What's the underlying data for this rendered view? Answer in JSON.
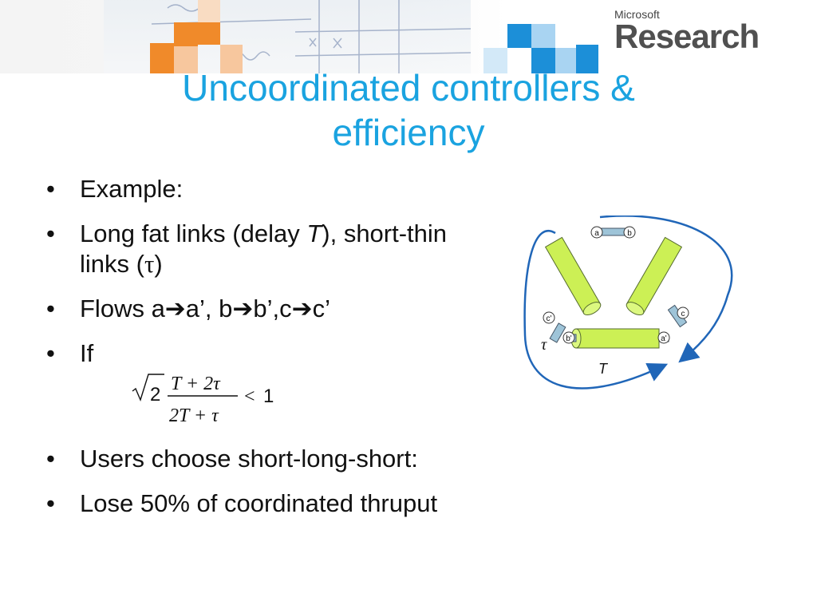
{
  "header": {
    "logo_small": "Microsoft",
    "logo_big": "Research",
    "colors": {
      "orange": "#f08a2a",
      "blue": "#1c8fd8",
      "light_orange": "#f7c79e",
      "light_blue": "#a9d4f2"
    }
  },
  "slide": {
    "title_line1": "Uncoordinated controllers &",
    "title_line2": "efficiency",
    "title_color": "#1aa3e0"
  },
  "bullets": [
    {
      "text": "Example:"
    },
    {
      "text_a": "Long fat links (delay ",
      "text_italic": "T",
      "text_b": "), short-thin links (",
      "text_tau": "τ",
      "text_c": ")"
    },
    {
      "text": "Flows a➔a’, b➔b’,c➔c’"
    },
    {
      "text": "If"
    },
    {
      "text": "Users choose short-long-short:"
    },
    {
      "text": "Lose 50% of coordinated thruput"
    }
  ],
  "formula": {
    "sqrt": "√",
    "factor": "2",
    "numerator": "T + 2τ",
    "denominator": "2T + τ",
    "relation": "<",
    "rhs": "1"
  },
  "diagram": {
    "nodes": {
      "a": "a",
      "b": "b",
      "c": "c",
      "a_prime": "a'",
      "b_prime": "b'",
      "c_prime": "c'"
    },
    "tau_label": "τ",
    "T_label": "T",
    "cylinder_color": "#ccf055",
    "short_link_color": "#9ec4d8",
    "arrow_color": "#2066b8"
  }
}
